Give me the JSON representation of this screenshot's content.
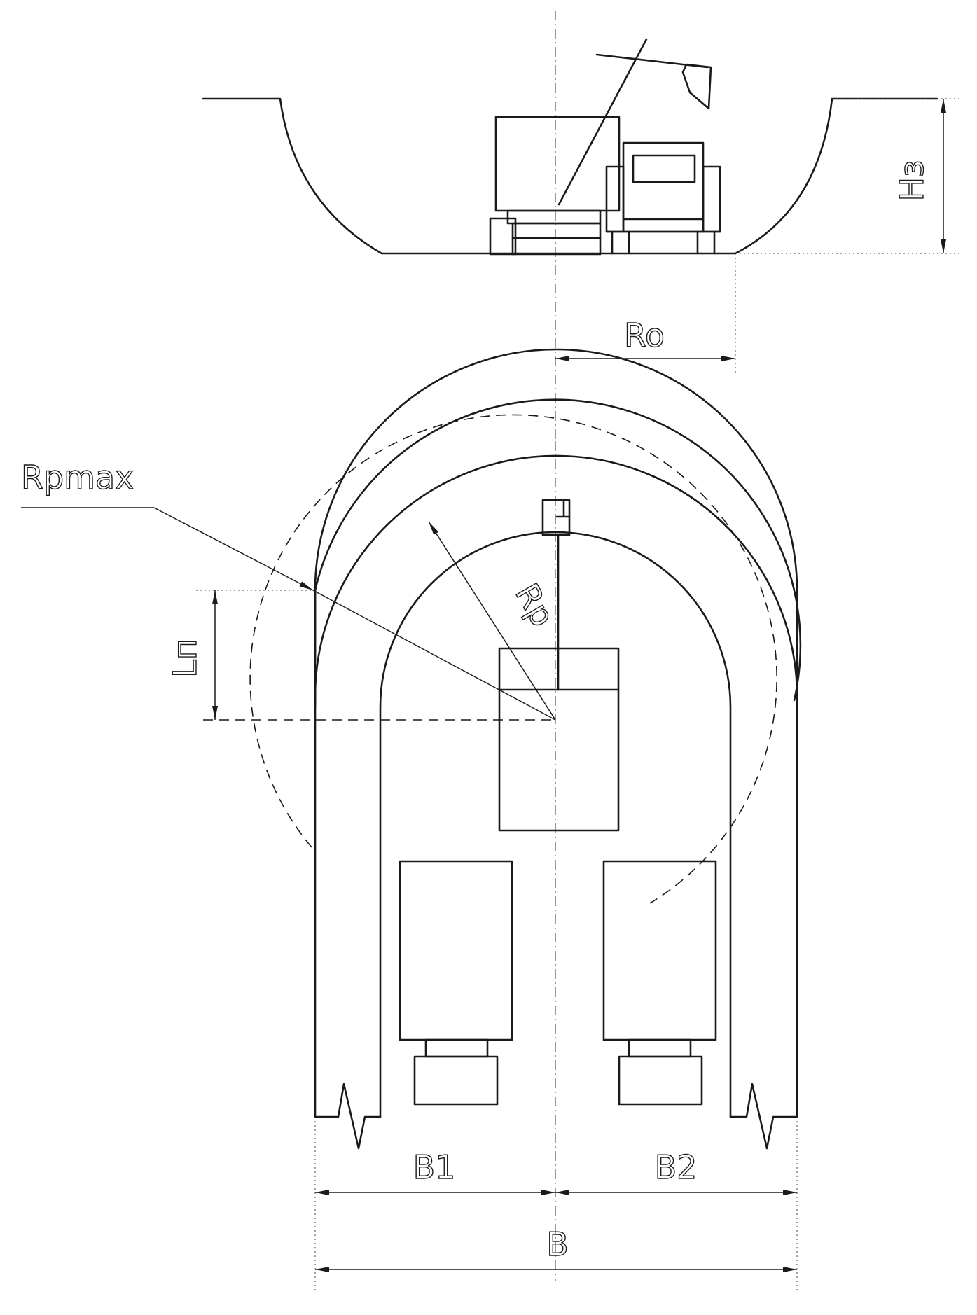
{
  "labels": {
    "h3": "Hз",
    "r0": "Ro",
    "rpmax": "Rpmax",
    "rp": "Rp",
    "ln": "Lп",
    "b1": "B1",
    "b2": "B2",
    "b": "B"
  }
}
